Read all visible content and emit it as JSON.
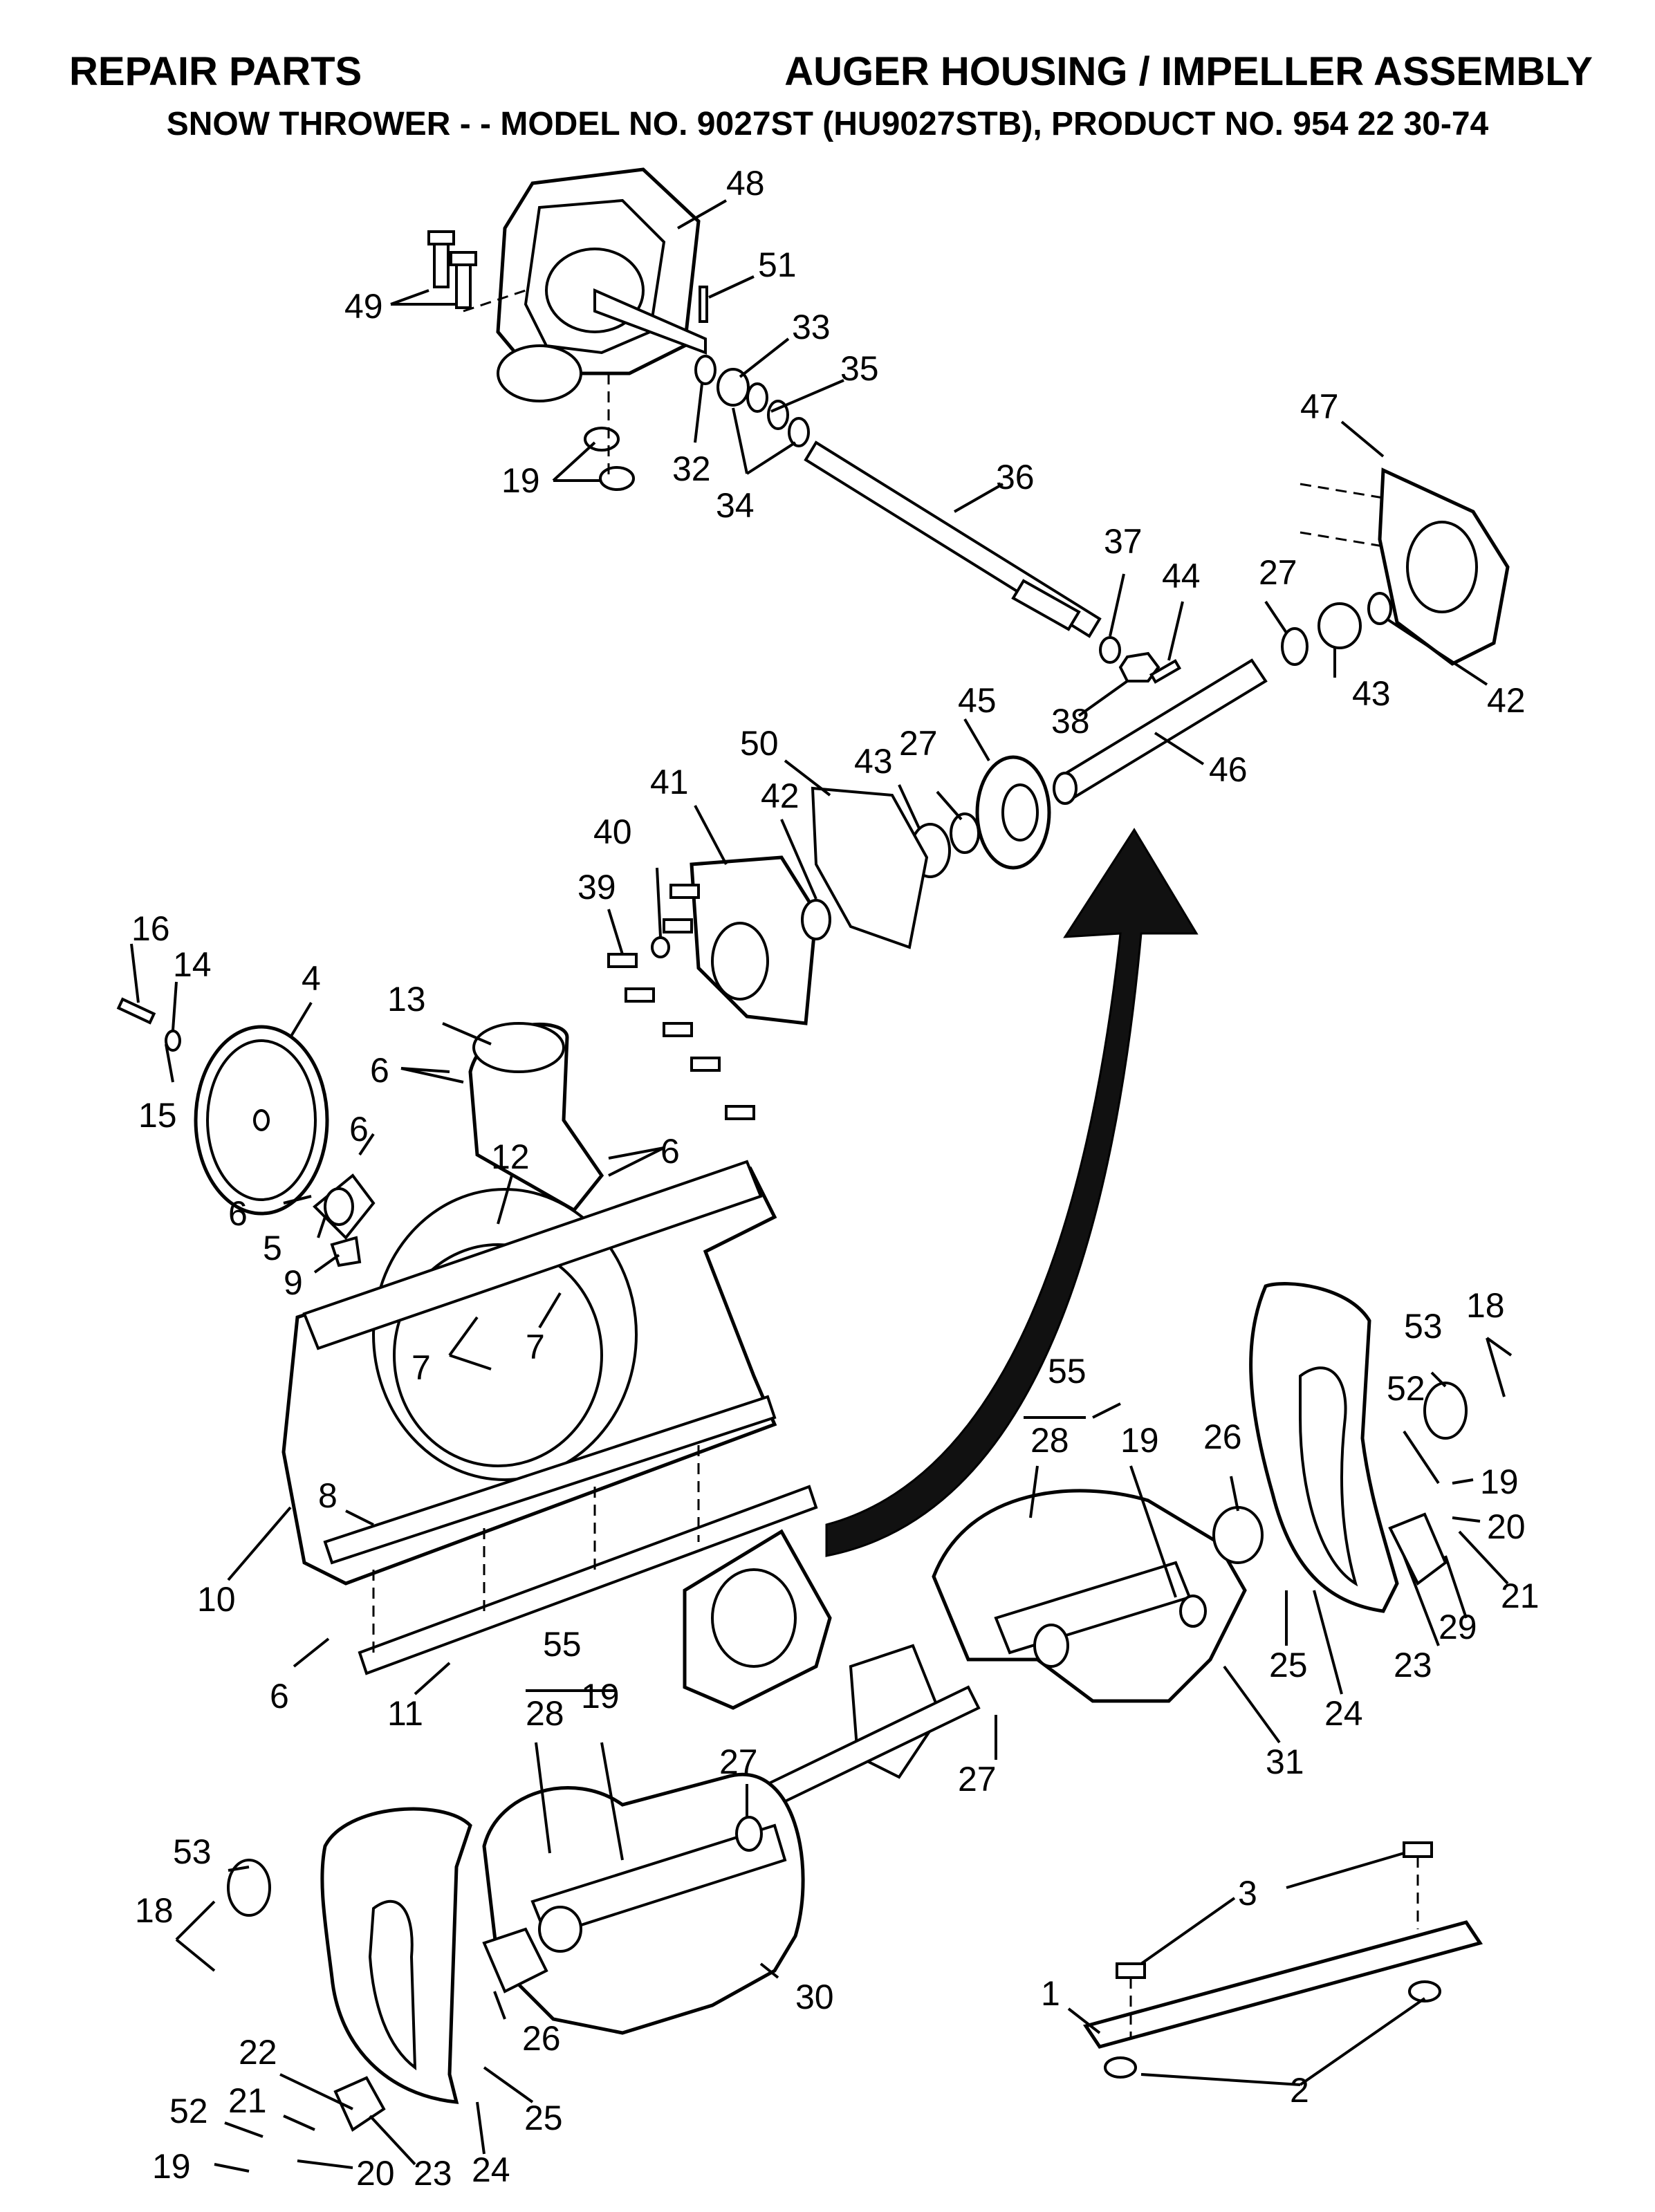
{
  "header": {
    "left": "REPAIR PARTS",
    "right": "AUGER HOUSING / IMPELLER ASSEMBLY",
    "subtitle": "SNOW THROWER - - MODEL NO. 9027ST (HU9027STB), PRODUCT NO. 954 22 30-74"
  },
  "callouts": {
    "c48": "48",
    "c49": "49",
    "c51": "51",
    "c33": "33",
    "c35": "35",
    "c32": "32",
    "c34": "34",
    "c19a": "19",
    "c36": "36",
    "c47": "47",
    "c37": "37",
    "c44": "44",
    "c27a": "27",
    "c38": "38",
    "c43a": "43",
    "c42a": "42",
    "c46": "46",
    "c45": "45",
    "c50": "50",
    "c27b": "27",
    "c43b": "43",
    "c41": "41",
    "c42b": "42",
    "c40": "40",
    "c39": "39",
    "c16": "16",
    "c14": "14",
    "c4": "4",
    "c15": "15",
    "c13": "13",
    "c6a": "6",
    "c6b": "6",
    "c6c": "6",
    "c12": "12",
    "c6d": "6",
    "c5": "5",
    "c9": "9",
    "c7a": "7",
    "c7b": "7",
    "c8": "8",
    "c10": "10",
    "c6e": "6",
    "c11": "11",
    "c55a": "55",
    "c28a": "28",
    "c19b": "19",
    "c26a": "26",
    "c53a": "53",
    "c18a": "18",
    "c52a": "52",
    "c19c": "19",
    "c20a": "20",
    "c21a": "21",
    "c29": "29",
    "c23a": "23",
    "c25a": "25",
    "c24a": "24",
    "c31": "31",
    "c27c": "27",
    "c55b": "55",
    "c28b": "28",
    "c19d": "19",
    "c27d": "27",
    "c53b": "53",
    "c18b": "18",
    "c30": "30",
    "c26b": "26",
    "c22": "22",
    "c21b": "21",
    "c52b": "52",
    "c19e": "19",
    "c20b": "20",
    "c23b": "23",
    "c24b": "24",
    "c25b": "25",
    "c3": "3",
    "c1": "1",
    "c2": "2"
  }
}
